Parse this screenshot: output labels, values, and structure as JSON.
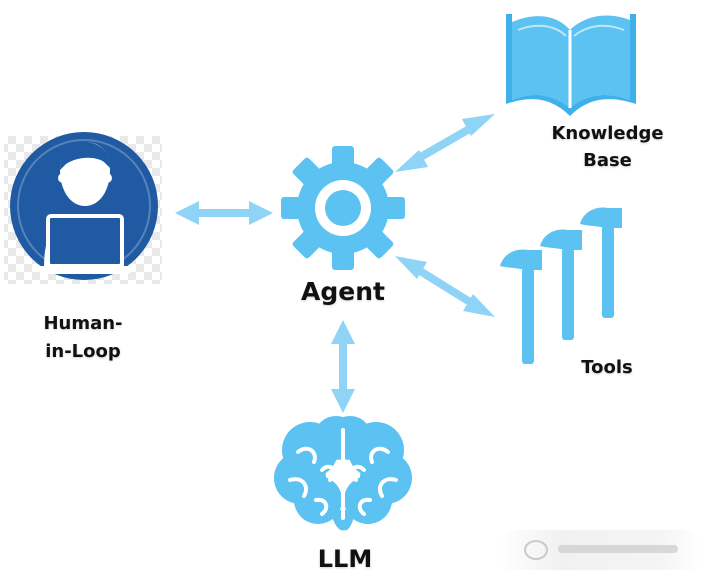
{
  "nodes": {
    "agent": {
      "label": "Agent"
    },
    "knowledge_base": {
      "label_line1": "Knowledge",
      "label_line2": "Base"
    },
    "tools": {
      "label": "Tools"
    },
    "human_in_loop": {
      "label_line1": "Human-",
      "label_line2": "in-Loop"
    },
    "llm": {
      "label": "LLM"
    }
  },
  "edges": [
    {
      "from": "agent",
      "to": "knowledge_base",
      "direction": "bidirectional"
    },
    {
      "from": "agent",
      "to": "tools",
      "direction": "bidirectional"
    },
    {
      "from": "agent",
      "to": "human_in_loop",
      "direction": "bidirectional"
    },
    {
      "from": "agent",
      "to": "llm",
      "direction": "bidirectional"
    }
  ],
  "icons": {
    "agent": "gear-icon",
    "knowledge_base": "book-icon",
    "tools": "hammers-icon",
    "human_in_loop": "person-laptop-icon",
    "llm": "brain-icon"
  },
  "colors": {
    "icon_blue": "#5bc2f2",
    "arrow_blue": "#8fd3f7",
    "avatar_navy": "#1f5aa3"
  }
}
